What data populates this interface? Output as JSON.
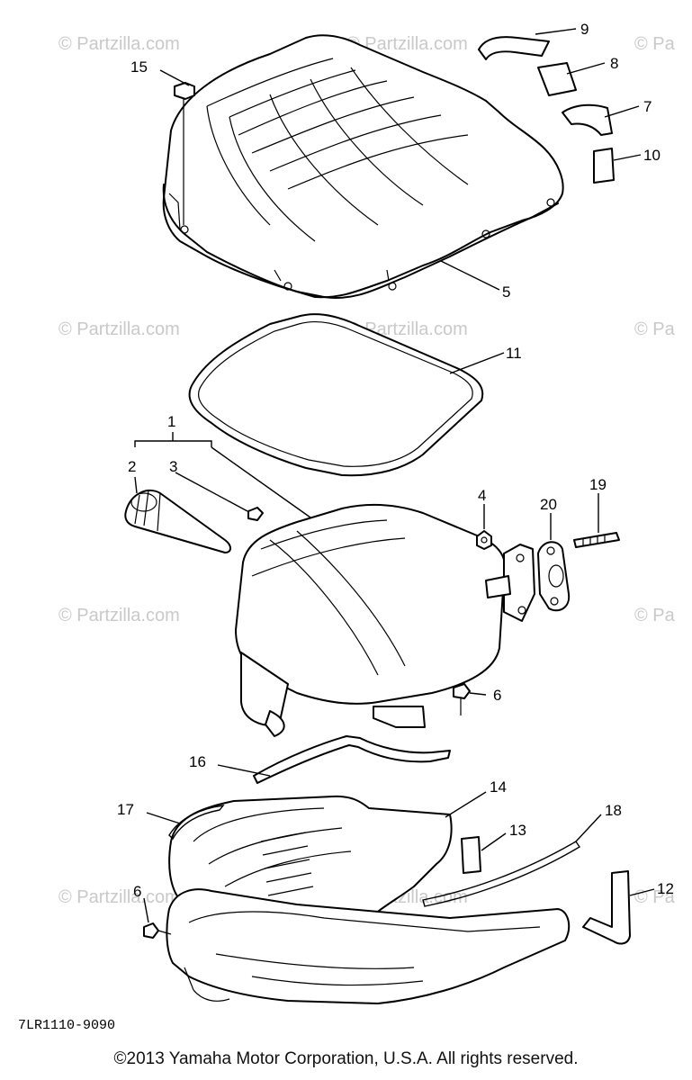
{
  "watermark": "© Partzilla.com",
  "watermark_partial": "© Pa",
  "callouts": {
    "c1": "1",
    "c2": "2",
    "c3": "3",
    "c4": "4",
    "c5": "5",
    "c6a": "6",
    "c6b": "6",
    "c7": "7",
    "c8": "8",
    "c9": "9",
    "c10": "10",
    "c11": "11",
    "c12": "12",
    "c13": "13",
    "c14": "14",
    "c15": "15",
    "c16": "16",
    "c17": "17",
    "c18": "18",
    "c19": "19",
    "c20": "20"
  },
  "diagram_code": "7LR1110-9090",
  "copyright": "©2013 Yamaha Motor Corporation, U.S.A. All rights reserved."
}
